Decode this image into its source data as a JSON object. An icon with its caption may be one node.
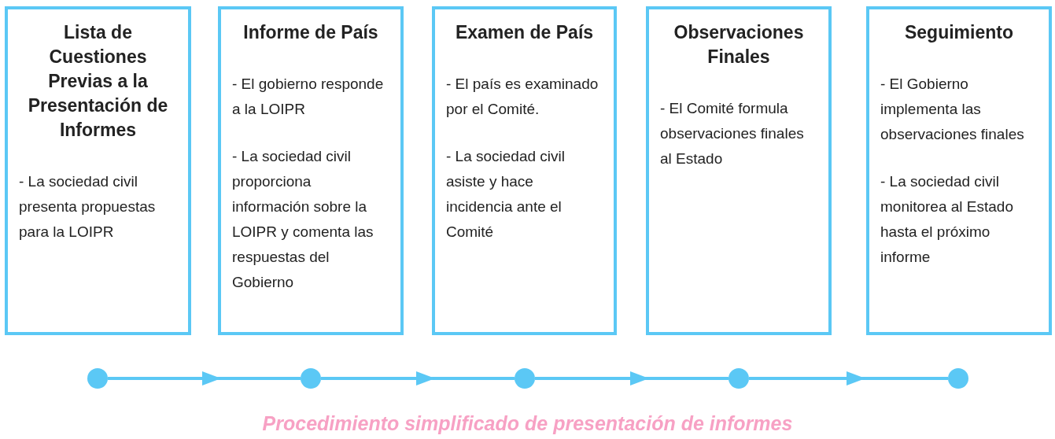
{
  "diagram": {
    "caption": "Procedimiento simplificado de presentación de informes",
    "nodes": [
      {
        "text": [
          "Lista de Cuestiones Previas a la Presentación de Informes",
          "- La sociedad civil presenta propuestas para la LOIPR"
        ]
      },
      {
        "text": [
          "Informe de País",
          "- El gobierno responde a la LOIPR",
          "- La sociedad civil proporciona información sobre la LOIPR y comenta las respuestas del Gobierno"
        ]
      },
      {
        "text": [
          "Examen de País",
          "- El país es examinado por el Comité.",
          "- La sociedad civil asiste y hace incidencia ante el Comité"
        ]
      },
      {
        "text": [
          "Observaciones Finales",
          "- El Comité formula observaciones finales al Estado"
        ]
      },
      {
        "text": [
          "Seguimiento",
          "- El Gobierno implementa las observaciones finales",
          "- La sociedad civil monitorea al Estado hasta el próximo informe"
        ]
      },
      {
        "text": [],
        "shape": "circle"
      },
      {
        "text": [],
        "shape": "circle"
      },
      {
        "text": [],
        "shape": "circle"
      },
      {
        "text": [],
        "shape": "circle"
      },
      {
        "text": [],
        "shape": "circle"
      }
    ],
    "edges": [
      {
        "from": 5,
        "to": 6,
        "arrow": "to"
      },
      {
        "from": 6,
        "to": 7,
        "arrow": "to"
      },
      {
        "from": 7,
        "to": 8,
        "arrow": "to"
      },
      {
        "from": 8,
        "to": 9,
        "arrow": "to"
      }
    ]
  }
}
